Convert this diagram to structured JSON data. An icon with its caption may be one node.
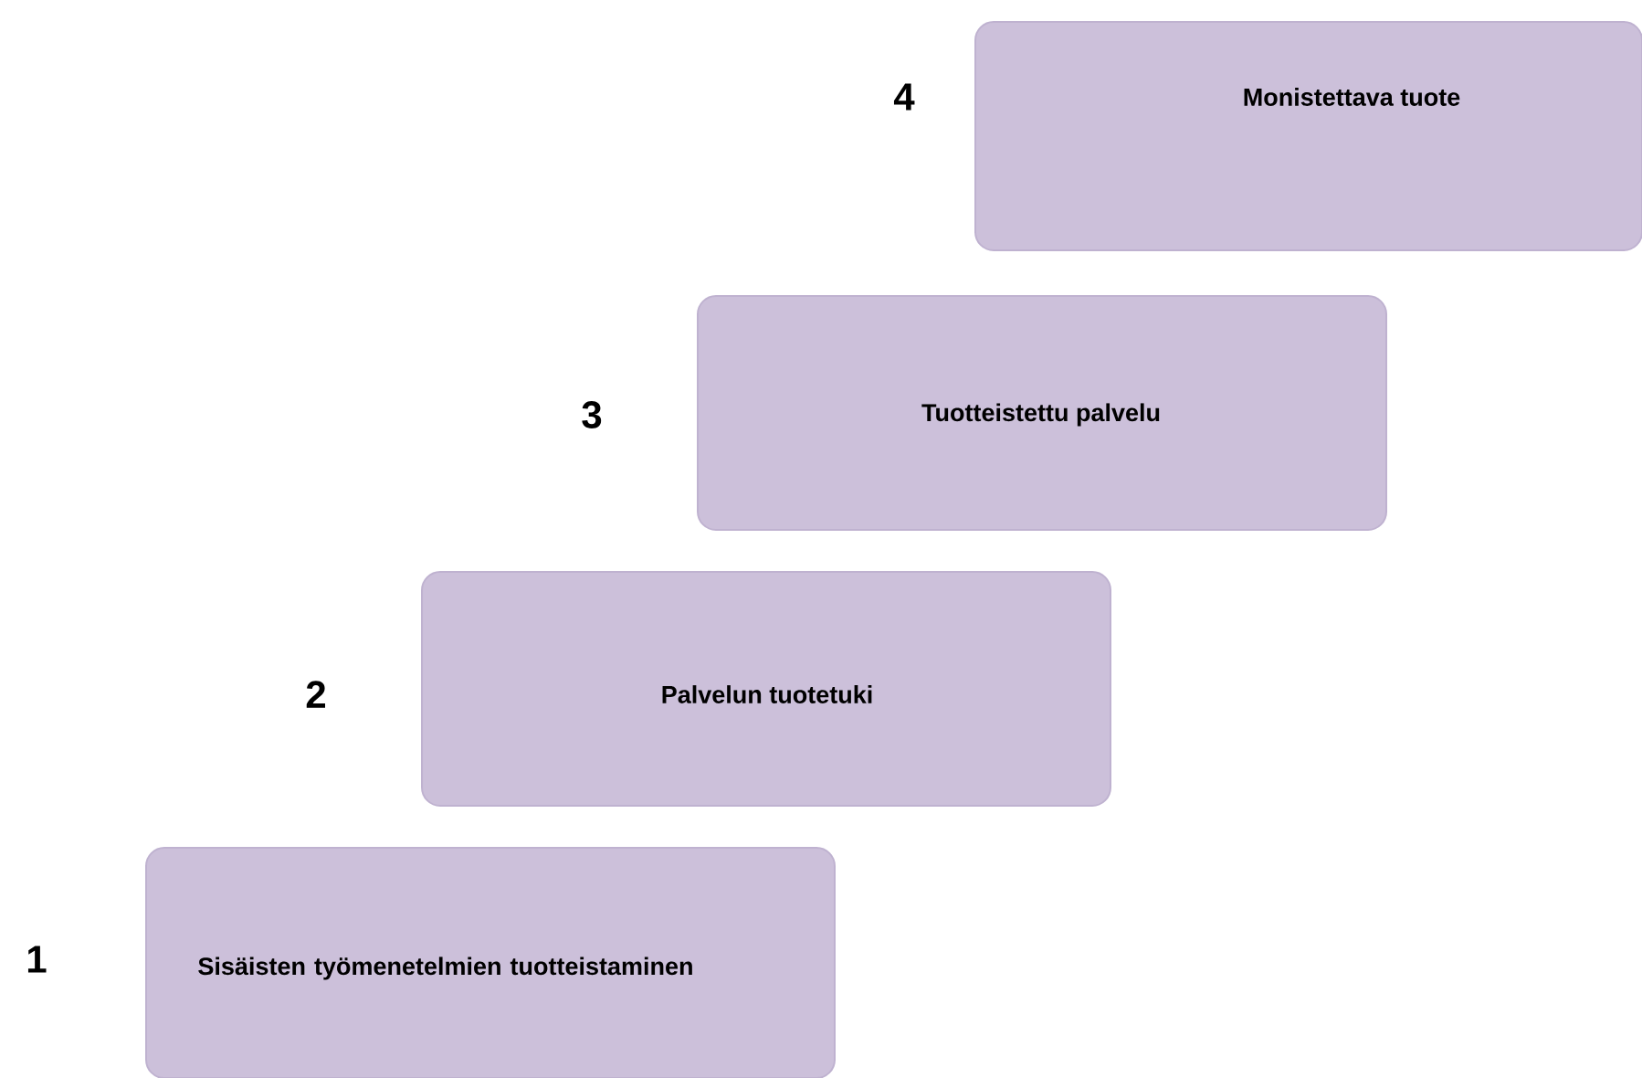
{
  "diagram": {
    "nodes": [
      {
        "text": [
          "Monistettava tuote"
        ]
      },
      {
        "text": [
          "Tuotteistettu palvelu"
        ]
      },
      {
        "text": [
          "Palvelun tuotetuki"
        ]
      },
      {
        "text": [
          "Sisäisten työmenetelmien tuotteistaminen"
        ]
      }
    ],
    "labels": [
      "4",
      "3",
      "2",
      "1"
    ]
  }
}
